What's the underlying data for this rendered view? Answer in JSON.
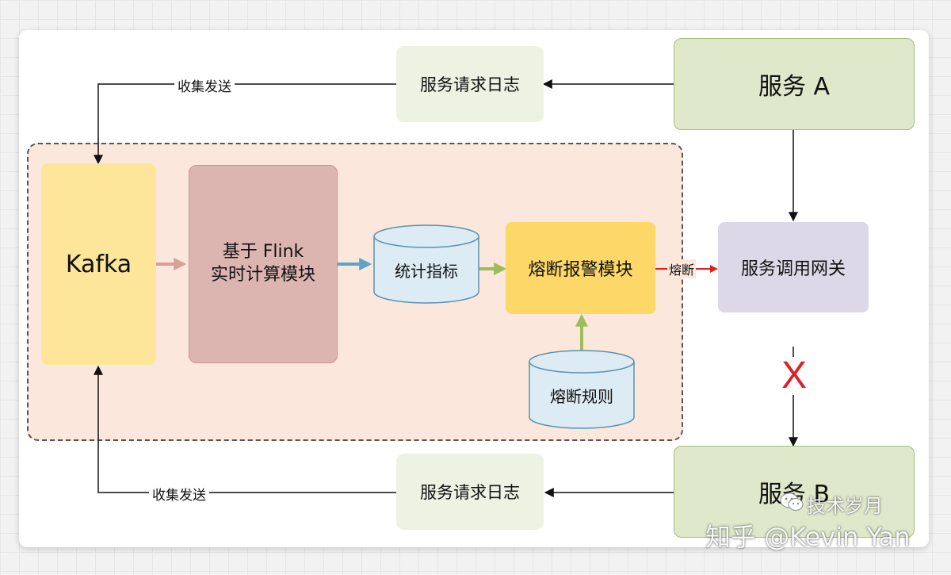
{
  "nodes": {
    "service_a": "服务 A",
    "service_b": "服务 B",
    "log_top": "服务请求日志",
    "log_bottom": "服务请求日志",
    "kafka": "Kafka",
    "flink": "基于 Flink\n实时计算模块",
    "metrics": "统计指标",
    "alarm": "熔断报警模块",
    "rules": "熔断规则",
    "gateway": "服务调用网关"
  },
  "edges": {
    "collect_send_top": "收集发送",
    "collect_send_bottom": "收集发送",
    "circuit_break": "熔断",
    "blocked_mark": "X"
  },
  "watermark": {
    "account": "技术岁月",
    "site": "知乎 @Kevin Yan"
  },
  "colors": {
    "service": "#dfe8cb",
    "log": "#eef2e3",
    "kafka": "#fde69a",
    "flink": "#ddb5b0",
    "cylinder": "#dcebf4",
    "alarm": "#fdd767",
    "gateway": "#dcd8e8",
    "group_bg": "#fbe7dc",
    "arrow_kafka_flink": "#d9a09a",
    "arrow_flink_metrics": "#5aa6c8",
    "arrow_green": "#9bbd5a",
    "arrow_break": "#e02020"
  }
}
